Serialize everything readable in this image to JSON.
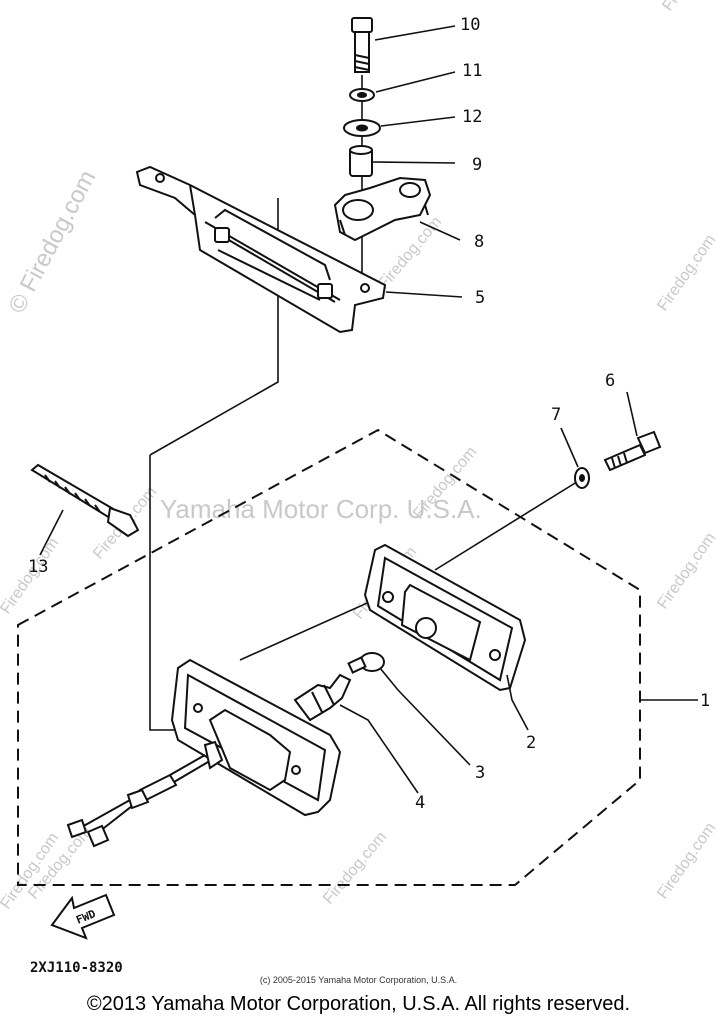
{
  "watermarks": {
    "brand": "© Firedog.com",
    "brand_short": "Firedog.com",
    "center": "Yamaha Motor Corp. U.S.A."
  },
  "callouts": [
    "1",
    "2",
    "3",
    "4",
    "5",
    "6",
    "7",
    "8",
    "9",
    "10",
    "11",
    "12",
    "13"
  ],
  "direction_arrow": "FWD",
  "part_code": "2XJ110-8320",
  "fine_copyright": "(c) 2005-2015 Yamaha Motor Corporation, U.S.A.",
  "footer": "©2013 Yamaha Motor Corporation, U.S.A. All rights reserved.",
  "colors": {
    "line": "#111111",
    "watermark": "#c9c9c9"
  }
}
